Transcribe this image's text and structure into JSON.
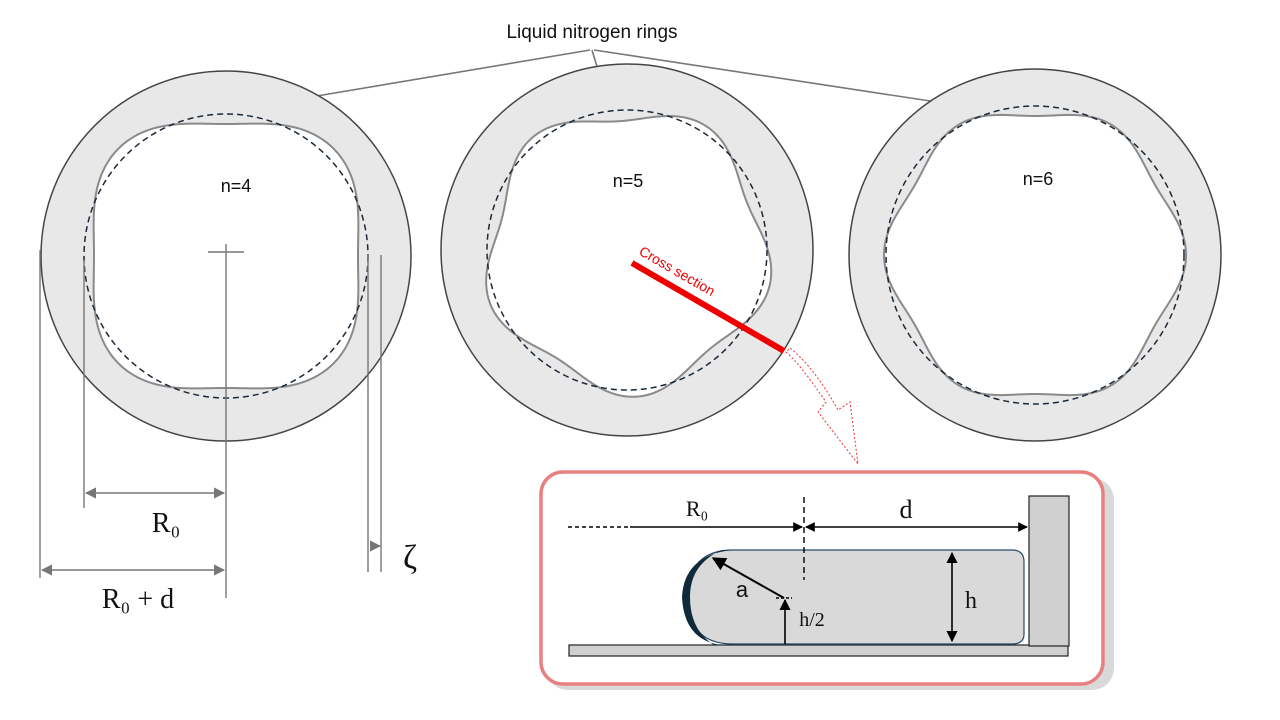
{
  "title": "Liquid nitrogen rings",
  "rings": [
    {
      "label": "n=4",
      "modes": 4
    },
    {
      "label": "n=5",
      "modes": 5
    },
    {
      "label": "n=6",
      "modes": 6
    }
  ],
  "cross_section_label": "Cross section",
  "dimension_labels": {
    "r0": "R₀",
    "r0_plus_d": "R₀ + d",
    "zeta": "ζ"
  },
  "inset_labels": {
    "r0": "R₀",
    "d": "d",
    "a": "a",
    "h": "h",
    "h_half": "h/2"
  },
  "colors": {
    "ring_fill": "#e8e8e8",
    "ring_stroke": "#444444",
    "perturbed_stroke": "#8a8a8a",
    "dashed_circle": "#1a2a3a",
    "cross_section": "#ee0000",
    "inset_border": "#e98080",
    "inset_shadow": "#d9d9d9",
    "wall_fill": "#d0d0d0",
    "drop_edge": "#0f2a3a"
  }
}
